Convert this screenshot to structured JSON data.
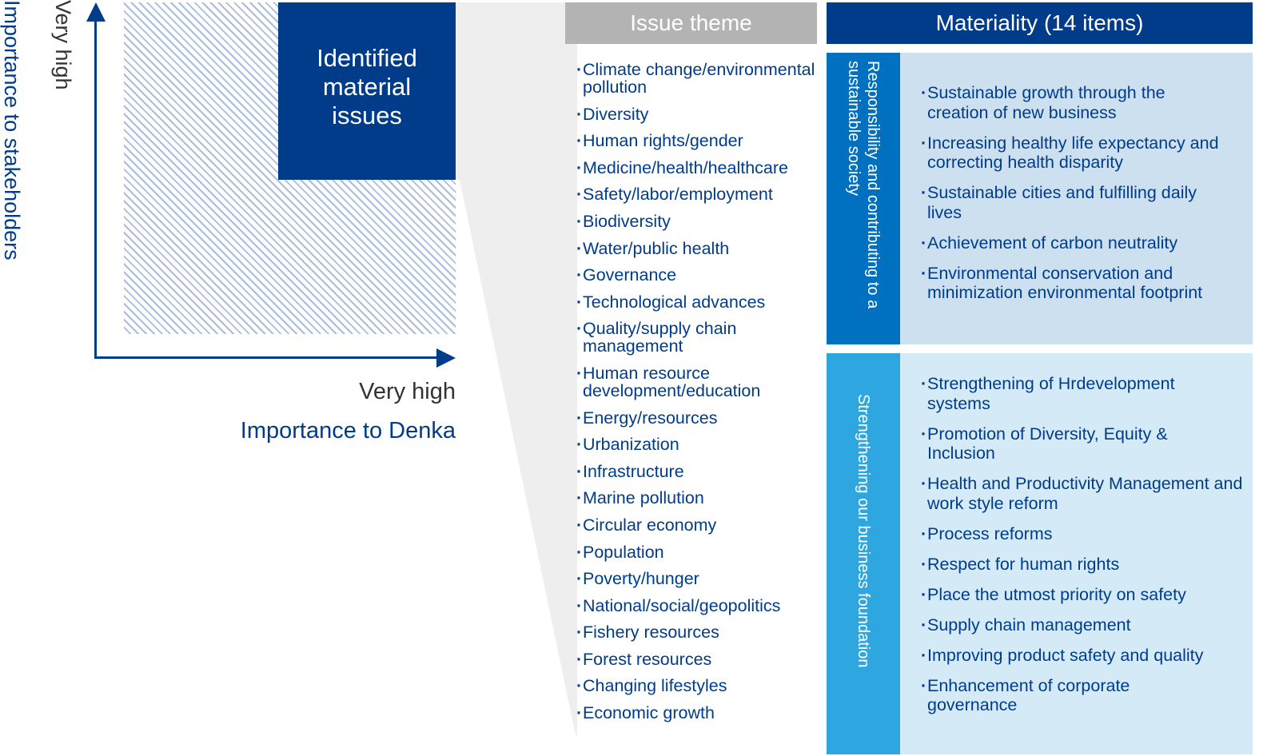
{
  "matrix": {
    "y_axis": {
      "level_label": "Very high",
      "title": "Importance to stakeholders"
    },
    "x_axis": {
      "level_label": "Very high",
      "title": "Importance to Denka"
    },
    "highlight_box": {
      "label": "Identified material issues"
    }
  },
  "issue_theme": {
    "header": "Issue theme",
    "items": [
      "Climate change/environmental pollution",
      "Diversity",
      "Human rights/gender",
      "Medicine/health/healthcare",
      "Safety/labor/employment",
      "Biodiversity",
      "Water/public health",
      "Governance",
      "Technological advances",
      "Quality/supply chain management",
      "Human resource development/education",
      "Energy/resources",
      "Urbanization",
      "Infrastructure",
      "Marine pollution",
      "Circular economy",
      "Population",
      "Poverty/hunger",
      "National/social/geopolitics",
      "Fishery resources",
      "Forest resources",
      "Changing lifestyles",
      "Economic growth"
    ]
  },
  "materiality": {
    "header": "Materiality (14 items)",
    "sections": [
      {
        "title": "Responsibility and contributing to a sustainable society",
        "items": [
          "Sustainable growth through the creation of new business",
          "Increasing healthy life expectancy and correcting health disparity",
          "Sustainable cities and fulfilling daily lives",
          "Achievement of carbon neutrality",
          "Environmental conservation and minimization environmental footprint"
        ]
      },
      {
        "title": "Strengthening our business foundation",
        "items": [
          "Strengthening of Hrdevelopment systems",
          "Promotion of Diversity, Equity & Inclusion",
          "Health and Productivity Management and work style reform",
          "Process reforms",
          "Respect for human rights",
          "Place the utmost priority on safety",
          "Supply chain management",
          "Improving product safety and quality",
          "Enhancement of corporate governance"
        ]
      }
    ]
  },
  "colors": {
    "navy": "#003c8a",
    "section1_band": "#0070c0",
    "section1_body": "#cce0ef",
    "section2_band": "#2ea7e0",
    "section2_body": "#d5eaf7",
    "issue_header_gray": "#b3b3b3",
    "wedge_gray": "#eeeeee",
    "hatch": "#a9bcd9"
  }
}
